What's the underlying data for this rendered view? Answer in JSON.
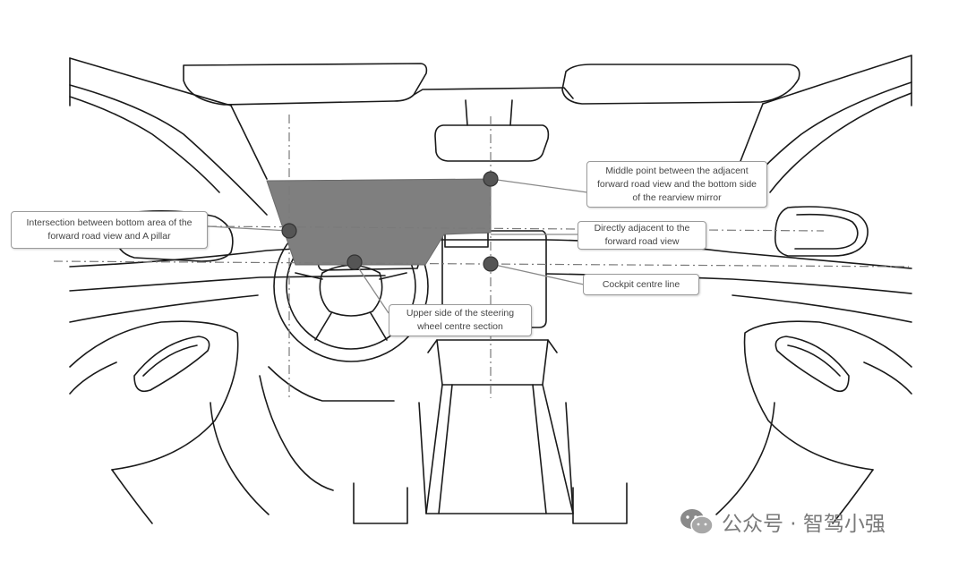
{
  "callouts": {
    "middle_point": "Middle point between the adjacent forward road view and the bottom side of the rearview mirror",
    "intersection": "Intersection between bottom area of the forward road view and A pillar",
    "directly_adjacent": "Directly adjacent to the forward road view",
    "cockpit_centre_line": "Cockpit centre line",
    "steering_wheel": "Upper side of the steering wheel centre section"
  },
  "watermark": {
    "text": "公众号 · 智驾小强",
    "icon": "wechat-icon"
  },
  "colors": {
    "line": "#1a1a1a",
    "shaded_area": "#7f7f7f",
    "marker": "#555555",
    "guide": "#7a7a7a"
  }
}
